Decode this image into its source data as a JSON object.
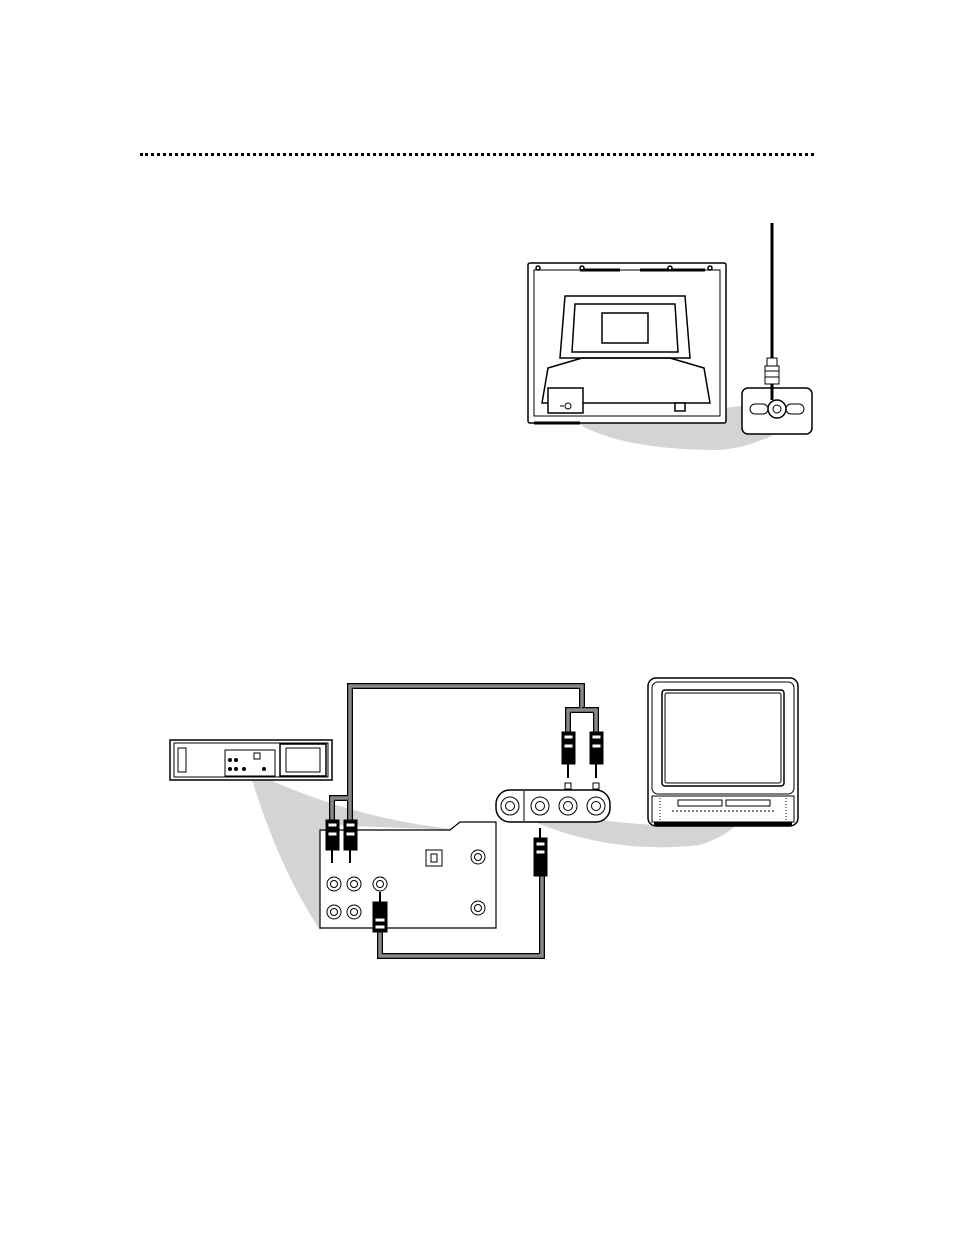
{
  "page": {
    "background": "#ffffff",
    "ink": "#000000",
    "cable_gray": "#888888",
    "connection_area_gray": "#d4d4d4"
  },
  "figures": [
    {
      "name": "antenna-to-tv-back",
      "depicts": [
        "tv-rear-panel",
        "rod-antenna",
        "antenna-jack-callout"
      ]
    },
    {
      "name": "vcr-av-hookup",
      "depicts": [
        "vcr-front",
        "vcr-rear-jack-panel",
        "av-input-jacks-callout",
        "tv-front",
        "video-cable",
        "audio-cables"
      ]
    }
  ]
}
